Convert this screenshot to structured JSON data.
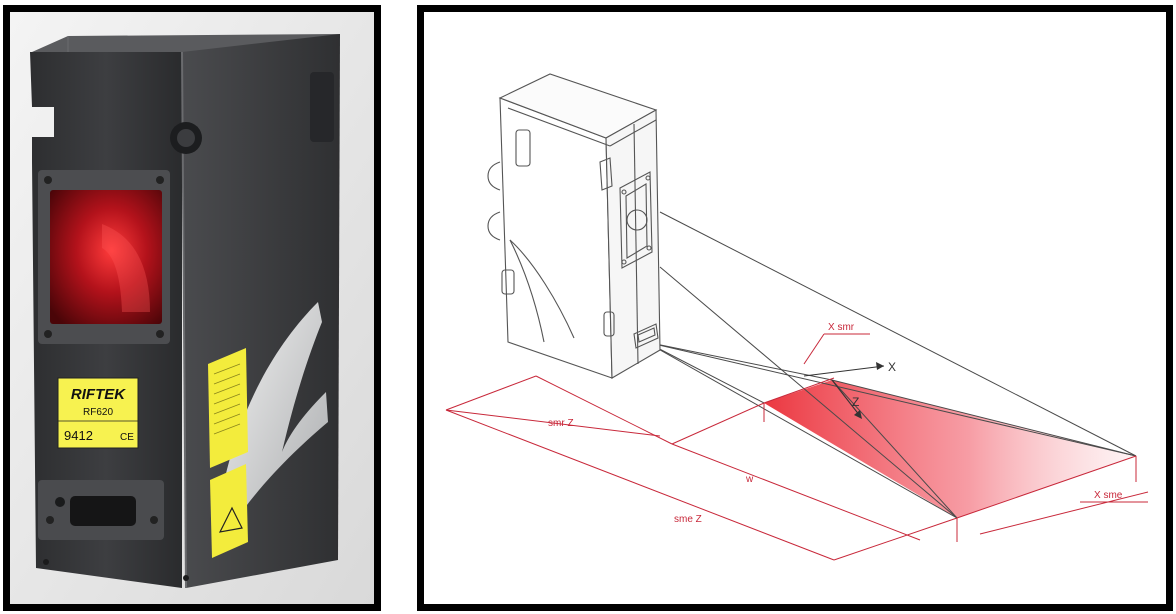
{
  "product_label": {
    "brand": "RIFTEK",
    "model": "RF620",
    "serial": "9412",
    "mark": "CE"
  },
  "diagram": {
    "x_axis": "X",
    "z_axis": "Z",
    "x_smr": "X smr",
    "smr_z": "smr Z",
    "range_label": "w",
    "sme_z": "sme Z",
    "x_sme": "X sme"
  },
  "colors": {
    "frame": "#000000",
    "laser": "#e8141e",
    "sensor_body": "#3a3b3d",
    "label_yellow": "#f7f250",
    "dimension": "#c8283a"
  }
}
